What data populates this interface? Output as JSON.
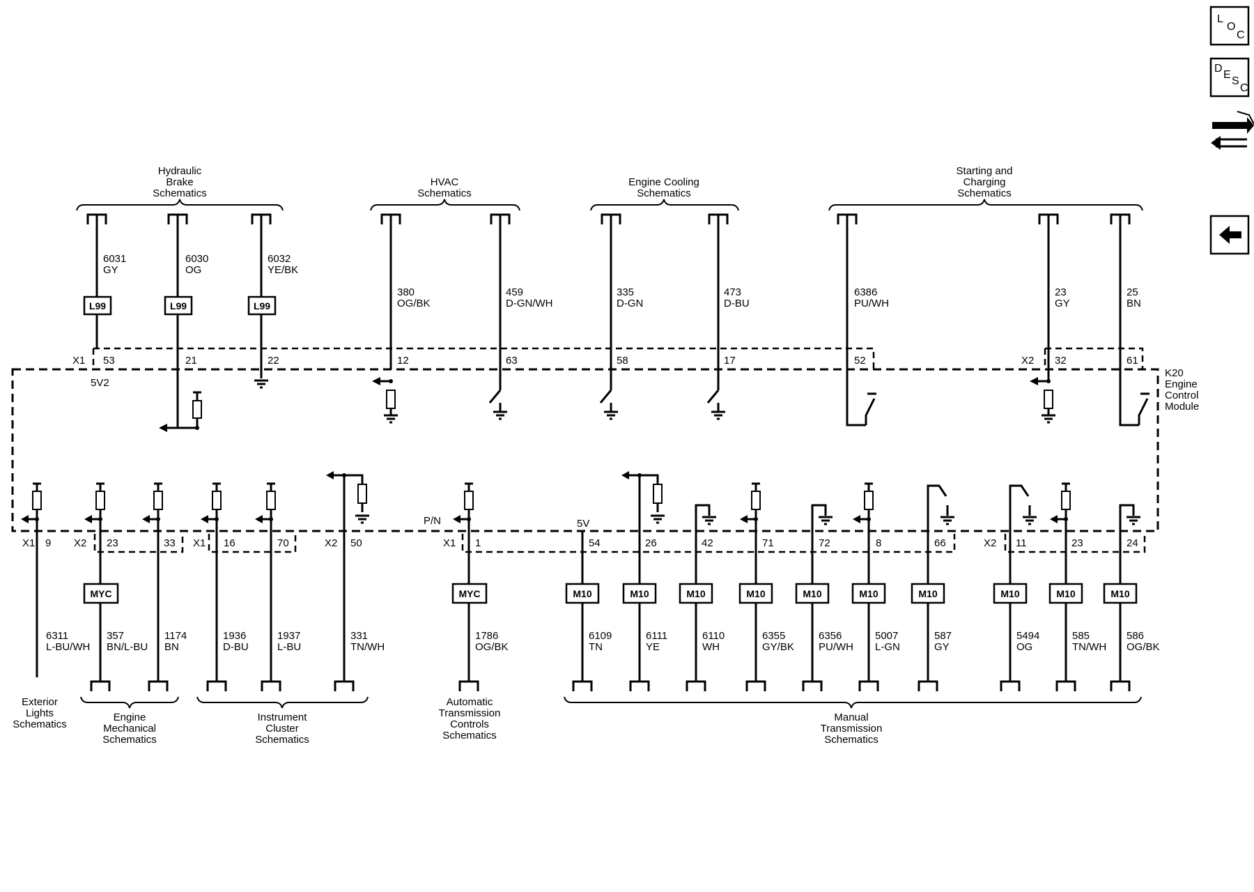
{
  "nav": {
    "loc": {
      "l1": "L",
      "l2": "O",
      "l3": "C"
    },
    "desc": {
      "l1": "D",
      "l2": "E",
      "l3": "S",
      "l4": "C"
    },
    "connector_icon": "connector-tool-icon",
    "back_icon": "back-arrow-icon"
  },
  "module": {
    "line1": "K20",
    "line2": "Engine",
    "line3": "Control",
    "line4": "Module"
  },
  "top_groups": [
    {
      "l1": "Hydraulic",
      "l2": "Brake",
      "l3": "Schematics"
    },
    {
      "l1": "HVAC",
      "l2": "Schematics"
    },
    {
      "l1": "Engine Cooling",
      "l2": "Schematics"
    },
    {
      "l1": "Starting and",
      "l2": "Charging",
      "l3": "Schematics"
    }
  ],
  "bottom_groups": [
    {
      "l1": "Exterior",
      "l2": "Lights",
      "l3": "Schematics"
    },
    {
      "l1": "Engine",
      "l2": "Mechanical",
      "l3": "Schematics"
    },
    {
      "l1": "Instrument",
      "l2": "Cluster",
      "l3": "Schematics"
    },
    {
      "l1": "Automatic",
      "l2": "Transmission",
      "l3": "Controls",
      "l4": "Schematics"
    },
    {
      "l1": "Manual",
      "l2": "Transmission",
      "l3": "Schematics"
    }
  ],
  "top_wires": [
    {
      "circuit": "6031",
      "color": "GY",
      "option": "L99",
      "pin": "53"
    },
    {
      "circuit": "6030",
      "color": "OG",
      "option": "L99",
      "pin": "21"
    },
    {
      "circuit": "6032",
      "color": "YE/BK",
      "option": "L99",
      "pin": "22"
    },
    {
      "circuit": "380",
      "color": "OG/BK",
      "pin": "12"
    },
    {
      "circuit": "459",
      "color": "D-GN/WH",
      "pin": "63"
    },
    {
      "circuit": "335",
      "color": "D-GN",
      "pin": "58"
    },
    {
      "circuit": "473",
      "color": "D-BU",
      "pin": "17"
    },
    {
      "circuit": "6386",
      "color": "PU/WH",
      "pin": "52"
    },
    {
      "circuit": "23",
      "color": "GY",
      "pin": "32"
    },
    {
      "circuit": "25",
      "color": "BN",
      "pin": "61"
    }
  ],
  "top_connectors": {
    "x1": "X1",
    "x2": "X2",
    "ref_5v2": "5V2"
  },
  "bottom_wires": [
    {
      "circuit": "6311",
      "color": "L-BU/WH",
      "pin": "9"
    },
    {
      "circuit": "357",
      "color": "BN/L-BU",
      "option": "MYC",
      "pin": "23"
    },
    {
      "circuit": "1174",
      "color": "BN",
      "pin": "33"
    },
    {
      "circuit": "1936",
      "color": "D-BU",
      "pin": "16"
    },
    {
      "circuit": "1937",
      "color": "L-BU",
      "pin": "70"
    },
    {
      "circuit": "331",
      "color": "TN/WH",
      "pin": "50"
    },
    {
      "circuit": "1786",
      "color": "OG/BK",
      "option": "MYC",
      "pin": "1"
    },
    {
      "circuit": "6109",
      "color": "TN",
      "option": "M10",
      "pin": "54"
    },
    {
      "circuit": "6111",
      "color": "YE",
      "option": "M10",
      "pin": "26"
    },
    {
      "circuit": "6110",
      "color": "WH",
      "option": "M10",
      "pin": "42"
    },
    {
      "circuit": "6355",
      "color": "GY/BK",
      "option": "M10",
      "pin": "71"
    },
    {
      "circuit": "6356",
      "color": "PU/WH",
      "option": "M10",
      "pin": "72"
    },
    {
      "circuit": "5007",
      "color": "L-GN",
      "option": "M10",
      "pin": "8"
    },
    {
      "circuit": "587",
      "color": "GY",
      "option": "M10",
      "pin": "66"
    },
    {
      "circuit": "5494",
      "color": "OG",
      "option": "M10",
      "pin": "11"
    },
    {
      "circuit": "585",
      "color": "TN/WH",
      "option": "M10",
      "pin": "23"
    },
    {
      "circuit": "586",
      "color": "OG/BK",
      "option": "M10",
      "pin": "24"
    }
  ],
  "bottom_connectors": {
    "x1a": "X1",
    "x2a": "X2",
    "x1b": "X1",
    "x2b": "X2",
    "x1c": "X1",
    "x2c": "X2",
    "pn": "P/N",
    "ref_5v": "5V"
  }
}
